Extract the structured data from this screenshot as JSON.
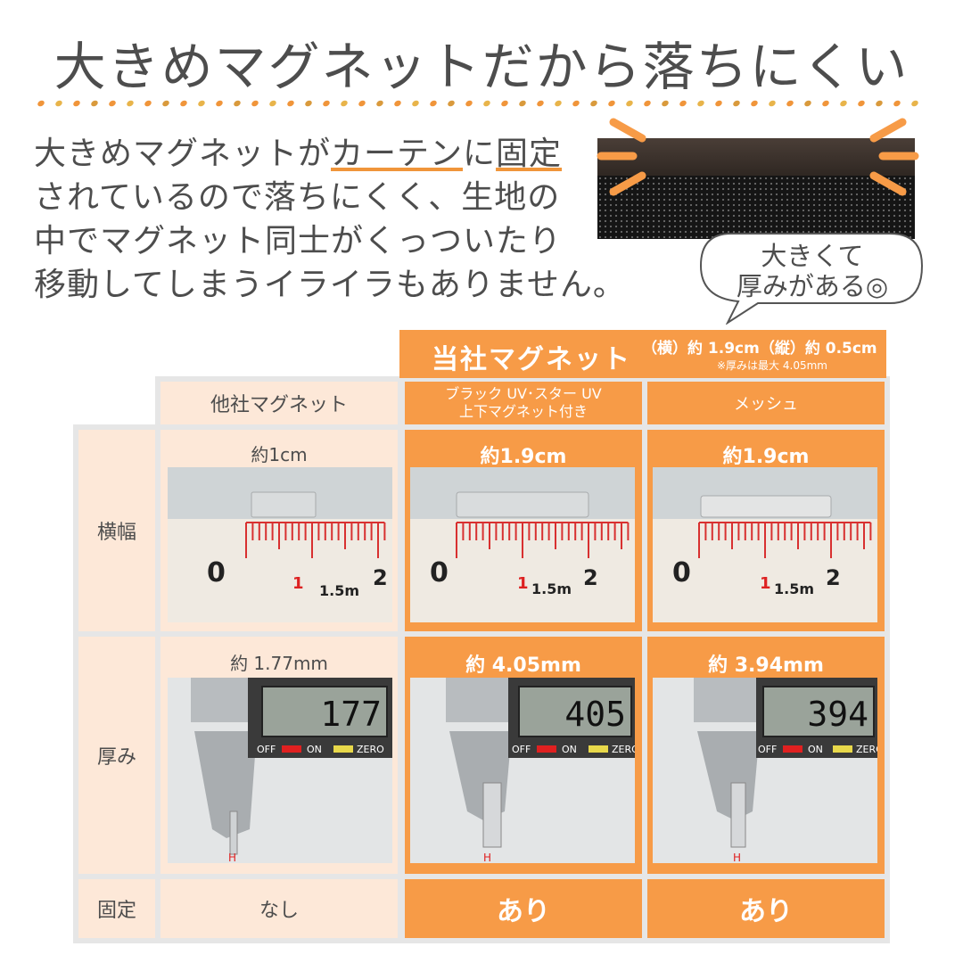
{
  "title": "大きめマグネットだから落ちにくい",
  "description": {
    "line1_pre": "大きめマグネットが",
    "line1_hl": "カーテン",
    "line1_mid": "に",
    "line1_hl2": "固定",
    "line2": "されているので落ちにくく、生地の",
    "line3": "中でマグネット同士がくっついたり",
    "line4": "移動してしまうイライラもありません。"
  },
  "bubble": {
    "line1": "大きくて",
    "line2": "厚みがある◎"
  },
  "table": {
    "our_header": "当社マグネット",
    "our_size": "（横）約 1.9cm（縦）約 0.5cm",
    "our_note": "※厚みは最大 4.05mm",
    "col_other": "他社マグネット",
    "col_black_line1": "ブラック UV･スター UV",
    "col_black_line2": "上下マグネット付き",
    "col_mesh": "メッシュ",
    "row_width": "横幅",
    "row_thickness": "厚み",
    "row_fixed": "固定",
    "width_other": "約1cm",
    "width_black": "約1.9cm",
    "width_mesh": "約1.9cm",
    "thick_other": "約 1.77mm",
    "thick_black": "約 4.05mm",
    "thick_mesh": "約 3.94mm",
    "fixed_other": "なし",
    "fixed_black": "あり",
    "fixed_mesh": "あり"
  },
  "ruler": {
    "tick0": "0",
    "tick1": "1",
    "tick2": "2",
    "unit": "1.5m"
  },
  "caliper": {
    "reading_other": "177",
    "reading_black": "405",
    "reading_mesh": "394",
    "off": "OFF",
    "on": "ON",
    "zero": "ZERO"
  },
  "colors": {
    "orange": "#f79b47",
    "beige": "#fde8d8",
    "text": "#4d4d4d",
    "accent_line": "#f0953a"
  }
}
